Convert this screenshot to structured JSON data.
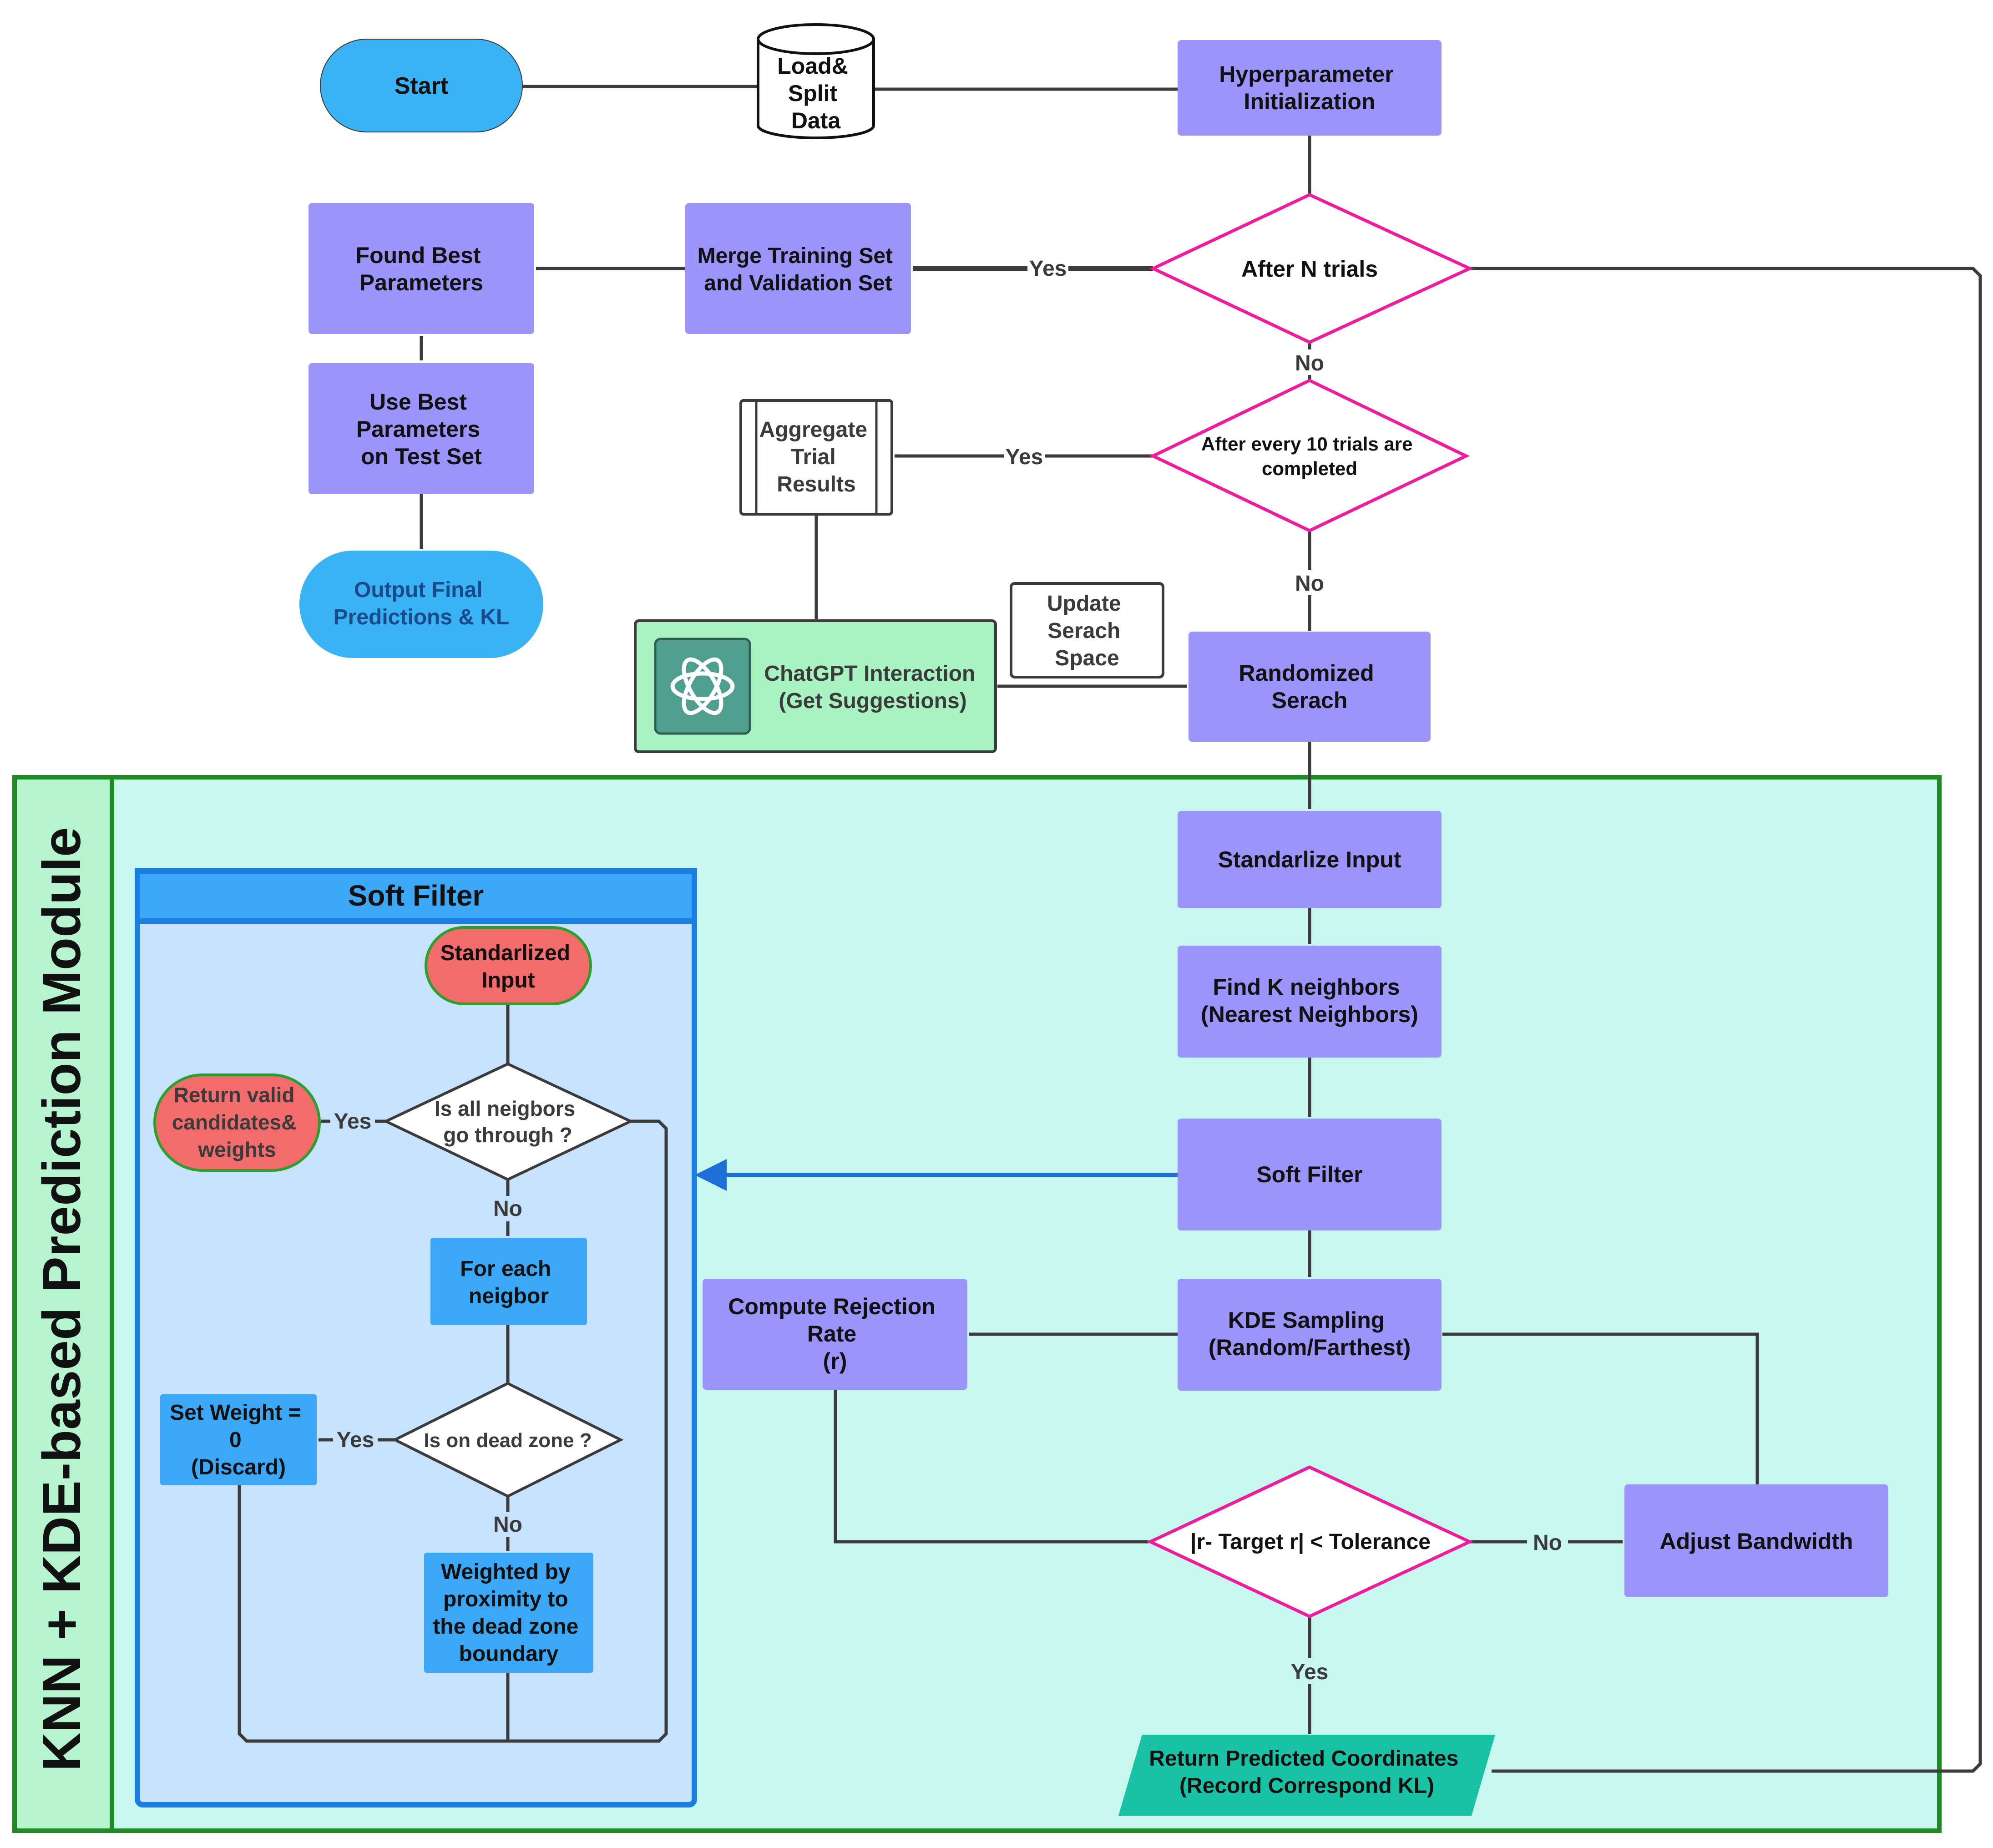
{
  "colors": {
    "process_fill": "#9b94fb",
    "process_text": "#111111",
    "terminal_fill": "#3ab3f5",
    "decision_stroke": "#ef1c9e",
    "module_fill": "#c8f7ef",
    "module_border": "#1e8c23",
    "module_label_fill": "#b6f4cf",
    "soft_filter_fill": "#c6e2fc",
    "soft_filter_border": "#1a7fe0",
    "soft_filter_header": "#3aa8f6",
    "sf_process_fill": "#3aa8f6",
    "red_terminal_fill": "#f36b6b",
    "red_terminal_stroke": "#2ca02c",
    "chatgpt_fill": "#a9f3c2",
    "chatgpt_icon_fill": "#4e9f8d",
    "output_fill": "#18c2a4",
    "arrow": "#3b3b3b",
    "blue_arrow": "#1e6fd8"
  },
  "icons": {
    "chatgpt": "chatgpt-logo-icon",
    "database": "database-cylinder-icon"
  },
  "nodes": {
    "start": "Start",
    "load_split": [
      "Load&",
      "Split",
      "Data"
    ],
    "hyperparam_init": [
      "Hyperparameter",
      "Initialization"
    ],
    "after_n_trials": "After N trials",
    "merge_sets": [
      "Merge Training Set",
      "and Validation Set"
    ],
    "found_best": [
      "Found Best",
      "Parameters"
    ],
    "use_best": [
      "Use Best",
      "Parameters",
      "on Test Set"
    ],
    "output_final": [
      "Output Final",
      "Predictions & KL"
    ],
    "after_every_10": [
      "After every 10 trials are",
      "completed"
    ],
    "aggregate": [
      "Aggregate",
      "Trial",
      "Results"
    ],
    "chatgpt": [
      "ChatGPT Interaction",
      "(Get Suggestions)"
    ],
    "update_space": [
      "Update",
      "Serach",
      "Space"
    ],
    "randomized": [
      "Randomized",
      "Serach"
    ],
    "standardize": "Standarlize Input",
    "find_k": [
      "Find K neighbors",
      "(Nearest Neighbors)"
    ],
    "soft_filter": "Soft Filter",
    "kde": [
      "KDE Sampling",
      "(Random/Farthest)"
    ],
    "compute_rejection": [
      "Compute Rejection",
      "Rate",
      "(r)"
    ],
    "tolerance": "|r- Target r| < Tolerance",
    "adjust_bandwidth": "Adjust Bandwidth",
    "return_predicted": [
      "Return Predicted Coordinates",
      "(Record Correspond KL)"
    ]
  },
  "edge_labels": {
    "yes": "Yes",
    "no": "No"
  },
  "module": {
    "label": "KNN + KDE-based Prediction Module"
  },
  "soft_filter_panel": {
    "title": "Soft Filter",
    "standardized_input": [
      "Standarlized",
      "Input"
    ],
    "all_neighbors": [
      "Is all neigbors",
      "go through ?"
    ],
    "return_valid": [
      "Return valid",
      "candidates&",
      "weights"
    ],
    "for_each": [
      "For each",
      "neigbor"
    ],
    "dead_zone": "Is on dead zone ?",
    "set_weight": [
      "Set Weight =",
      "0",
      "(Discard)"
    ],
    "weighted": [
      "Weighted by",
      "proximity to",
      "the dead zone",
      "boundary"
    ]
  }
}
